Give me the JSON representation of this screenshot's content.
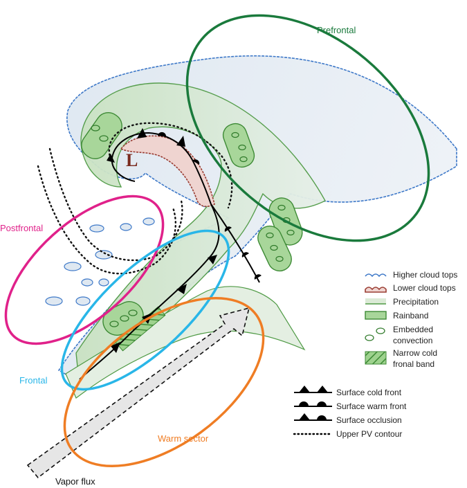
{
  "regions": {
    "prefrontal": "Prefrontal",
    "postfrontal": "Postfrontal",
    "frontal": "Frontal",
    "warm_sector": "Warm sector"
  },
  "low_center": "L",
  "vapor_flux": "Vapor flux",
  "legend": {
    "higher_cloud_tops": "Higher cloud tops",
    "lower_cloud_tops": "Lower cloud tops",
    "precipitation": "Precipitation",
    "rainband": "Rainband",
    "embedded_convection": [
      "Embedded",
      "convection"
    ],
    "narrow_cold_frontal_band": [
      "Narrow cold",
      "fronal band"
    ],
    "surface_cold_front": "Surface cold front",
    "surface_warm_front": "Surface warm front",
    "surface_occlusion": "Surface occlusion",
    "upper_pv_contour": "Upper PV contour"
  },
  "colors": {
    "prefrontal": "#1a7a3c",
    "postfrontal": "#e0218a",
    "frontal": "#29b6e8",
    "warm_sector": "#ef7d24",
    "higher_cloud": "#3d78c8",
    "lower_cloud": "#9a3c32",
    "precipitation": "#4f9a45",
    "cloud_fill": "#dde6f0"
  }
}
